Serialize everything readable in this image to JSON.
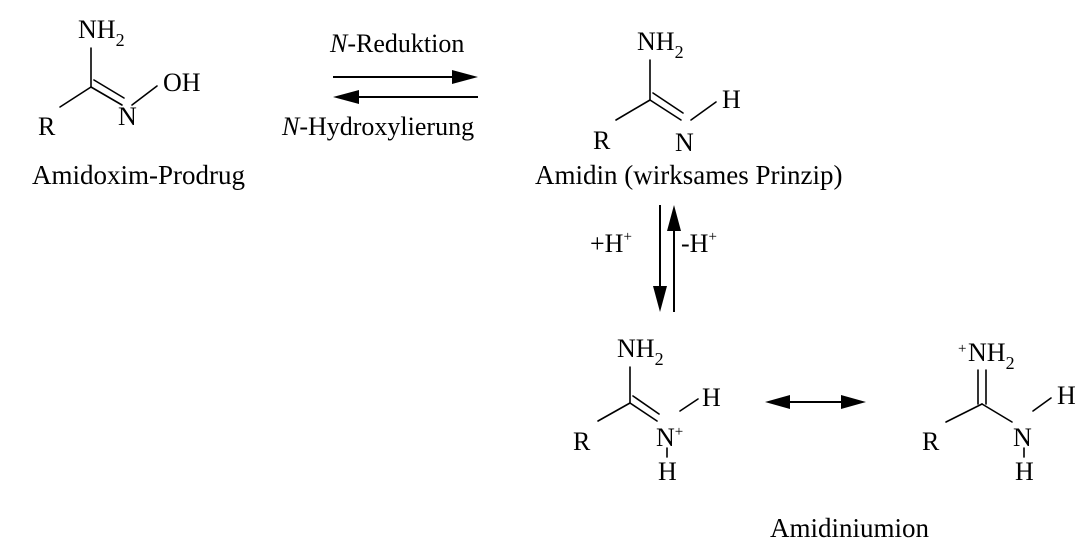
{
  "atoms": {
    "R": "R",
    "N": "N",
    "NH": "NH",
    "two": "2",
    "OH": "OH",
    "H": "H",
    "plus": "+"
  },
  "captions": {
    "prodrug": "Amidoxim-Prodrug",
    "amidine": "Amidin (wirksames Prinzip)",
    "amidinium": "Amidiniumion"
  },
  "arrows": {
    "reduction": {
      "prefix": "N",
      "text": "-Reduktion"
    },
    "hydroxylation": {
      "prefix": "N",
      "text": "-Hydroxylierung"
    },
    "protonation": {
      "text": "+H",
      "charge": "+"
    },
    "deprotonation": {
      "text": "-H",
      "charge": "+"
    }
  }
}
